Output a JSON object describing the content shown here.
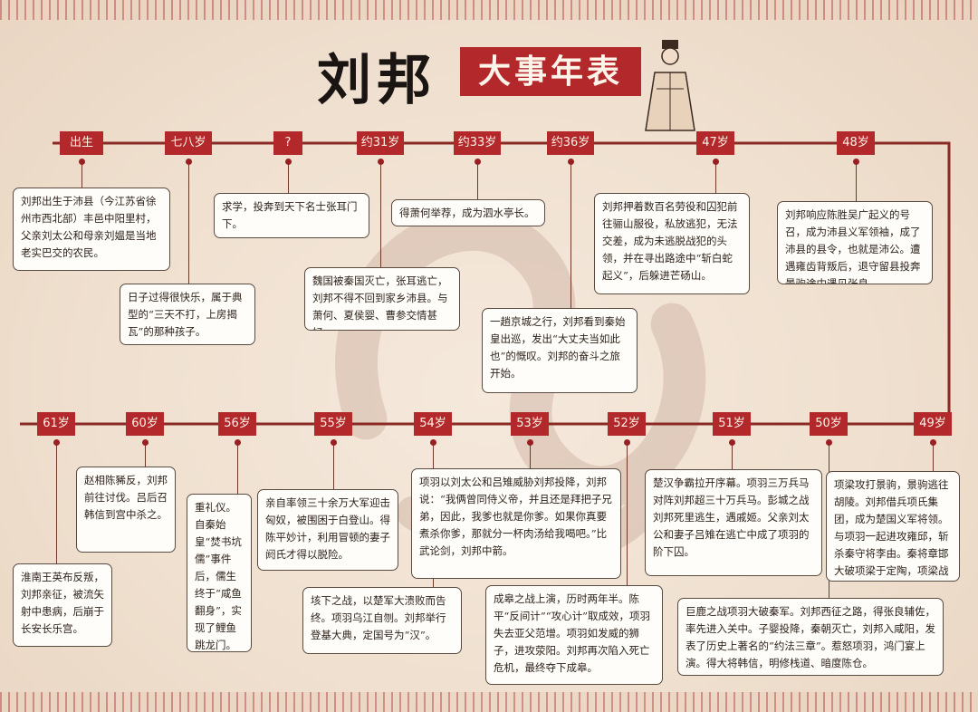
{
  "title": {
    "name": "刘邦",
    "banner": "大事年表"
  },
  "top_row": [
    {
      "age": "出生",
      "event": "刘邦出生于沛县（今江苏省徐州市西北部）丰邑中阳里村，父亲刘太公和母亲刘媪是当地老实巴交的农民。"
    },
    {
      "age": "七八岁",
      "event": "日子过得很快乐，属于典型的“三天不打，上房揭瓦”的那种孩子。"
    },
    {
      "age": "?",
      "event": "求学，投奔到天下名士张耳门下。"
    },
    {
      "age": "约31岁",
      "event": "魏国被秦国灭亡，张耳逃亡，刘邦不得不回到家乡沛县。与萧何、夏侯婴、曹参交情甚好。"
    },
    {
      "age": "约33岁",
      "event": "得萧何举荐，成为泗水亭长。"
    },
    {
      "age": "约36岁",
      "event": "一趟京城之行，刘邦看到秦始皇出巡，发出“大丈夫当如此也”的慨叹。刘邦的奋斗之旅开始。"
    },
    {
      "age": "47岁",
      "event": "刘邦押着数百名劳役和囚犯前往骊山服役，私放逃犯，无法交差，成为未逃脱战犯的头领，并在寻出路途中“斩白蛇起义”，后躲进芒砀山。"
    },
    {
      "age": "48岁",
      "event": "刘邦响应陈胜吴广起义的号召，成为沛县义军领袖，成了沛县的县令，也就是沛公。遭遇雍齿背叛后，退守留县投奔景驹途中遇见张良。"
    }
  ],
  "bottom_row": [
    {
      "age": "61岁",
      "event": "淮南王英布反叛，刘邦亲征，被流矢射中患病，后崩于长安长乐宫。"
    },
    {
      "age": "60岁",
      "event": "赵相陈豨反，刘邦前往讨伐。吕后召韩信到宫中杀之。"
    },
    {
      "age": "56岁",
      "event": "重礼仪。自秦始皇“焚书坑儒”事件后，儒生终于“咸鱼翻身”，实现了鲤鱼跳龙门。"
    },
    {
      "age": "55岁",
      "event": "亲自率领三十余万大军迎击匈奴，被围困于白登山。得陈平妙计，利用冒顿的妻子阏氏才得以脱险。"
    },
    {
      "age": "54岁",
      "event": "垓下之战，以楚军大溃败而告终。项羽乌江自刎。刘邦举行登基大典，定国号为“汉”。"
    },
    {
      "age": "53岁",
      "event": "项羽以刘太公和吕雉威胁刘邦投降，刘邦说：“我俩曾同侍义帝，并且还是拜把子兄弟，因此，我爹也就是你爹。如果你真要煮杀你爹，那就分一杯肉汤给我喝吧。”比武论剑，刘邦中箭。"
    },
    {
      "age": "52岁",
      "event": "成皋之战上演，历时两年半。陈平“反间计”“攻心计”取成效，项羽失去亚父范增。项羽如发威的狮子，进攻荥阳。刘邦再次陷入死亡危机，最终夺下成皋。"
    },
    {
      "age": "51岁",
      "event": "楚汉争霸拉开序幕。项羽三万兵马对阵刘邦超三十万兵马。彭城之战刘邦死里逃生，遇戚姬。父亲刘太公和妻子吕雉在逃亡中成了项羽的阶下囚。"
    },
    {
      "age": "50岁",
      "event": "巨鹿之战项羽大破秦军。刘邦西征之路，得张良辅佐，率先进入关中。子婴投降，秦朝灭亡，刘邦入咸阳，发表了历史上著名的“约法三章”。惹怒项羽，鸿门宴上演。得大将韩信，明修栈道、暗度陈仓。"
    },
    {
      "age": "49岁",
      "event": "项梁攻打景驹，景驹逃往胡陵。刘邦借兵项氏集团，成为楚国义军将领。与项羽一起进攻雍邱，斩杀秦守将李由。秦将章邯大破项梁于定陶，项梁战死。"
    }
  ],
  "colors": {
    "accent": "#b3282b",
    "paper": "#f3e6d8",
    "ink": "#2b1f18"
  }
}
